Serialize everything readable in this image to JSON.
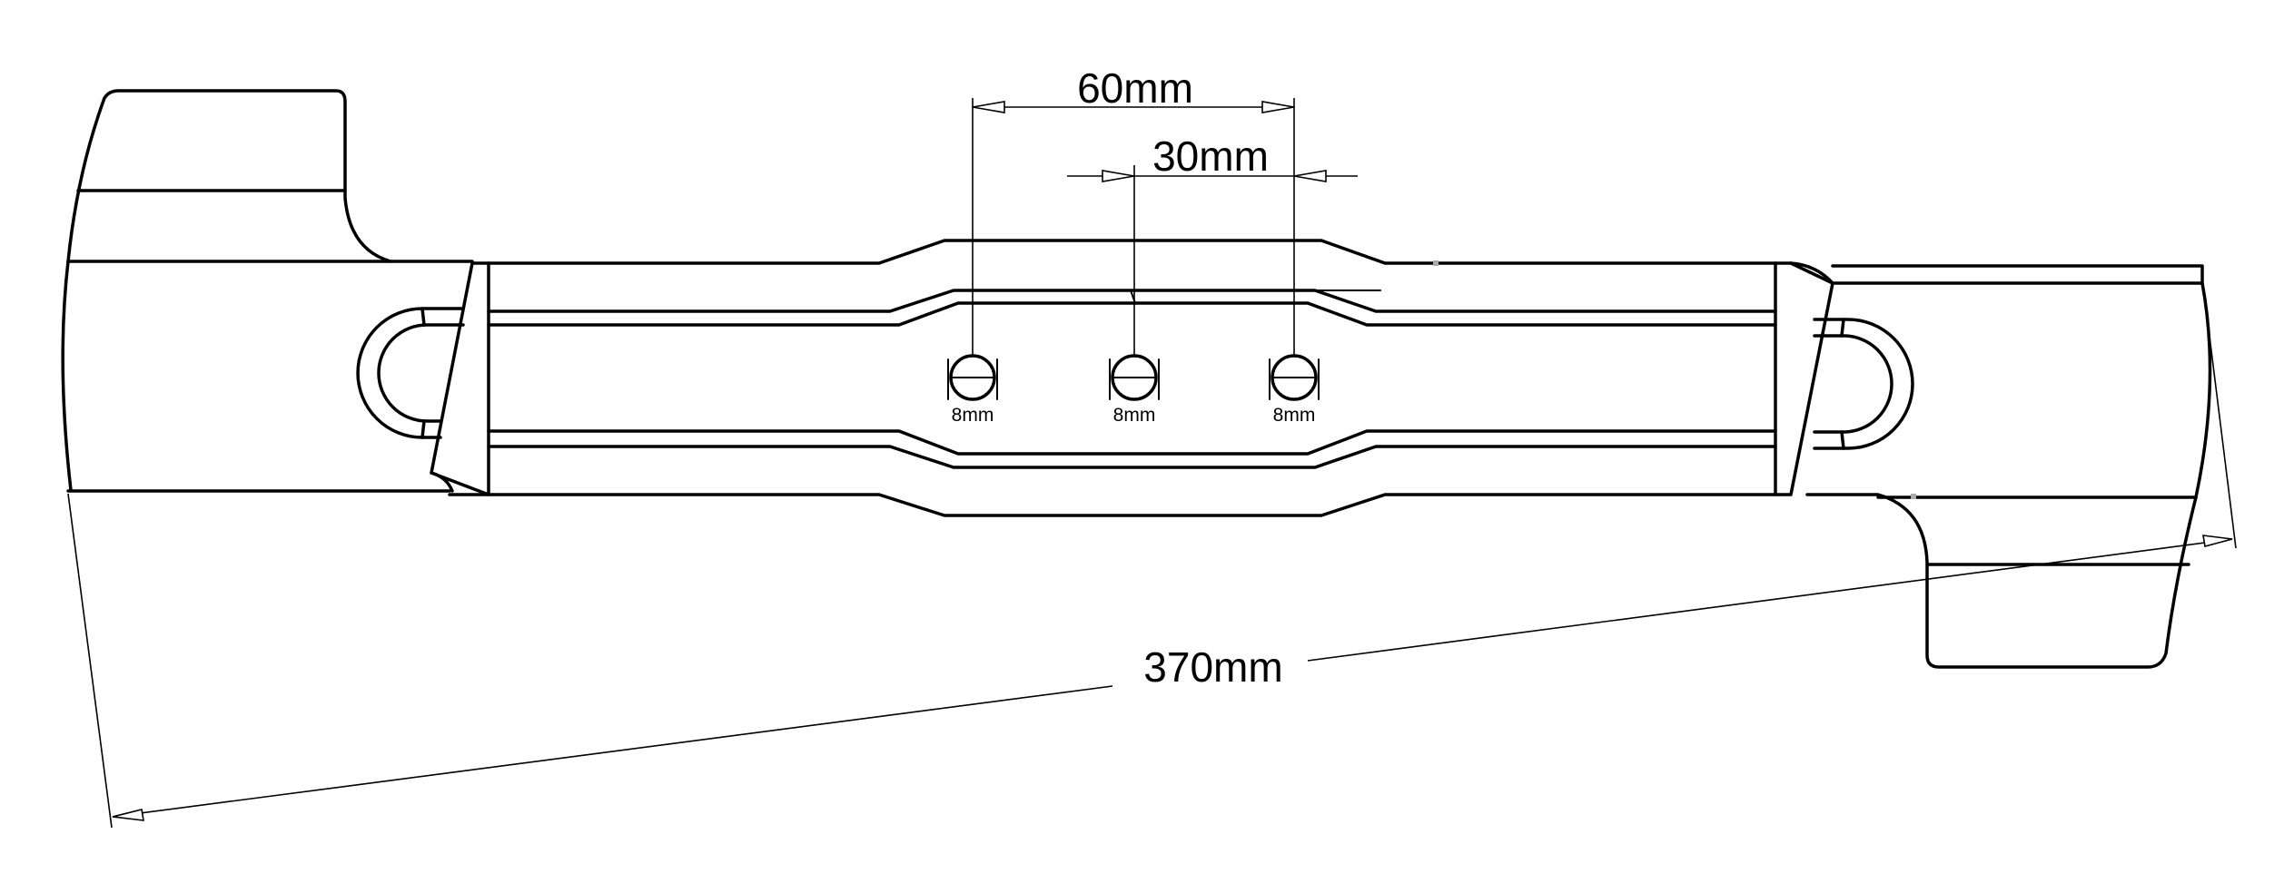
{
  "drawing": {
    "dimensions": {
      "overall_length": "370mm",
      "outer_hole_spacing": "60mm",
      "inner_hole_spacing": "30mm",
      "hole_diameter": "8mm"
    },
    "holes": [
      {
        "label": "8mm"
      },
      {
        "label": "8mm"
      },
      {
        "label": "8mm"
      }
    ],
    "colors": {
      "line": "#000000",
      "background": "#ffffff"
    }
  }
}
